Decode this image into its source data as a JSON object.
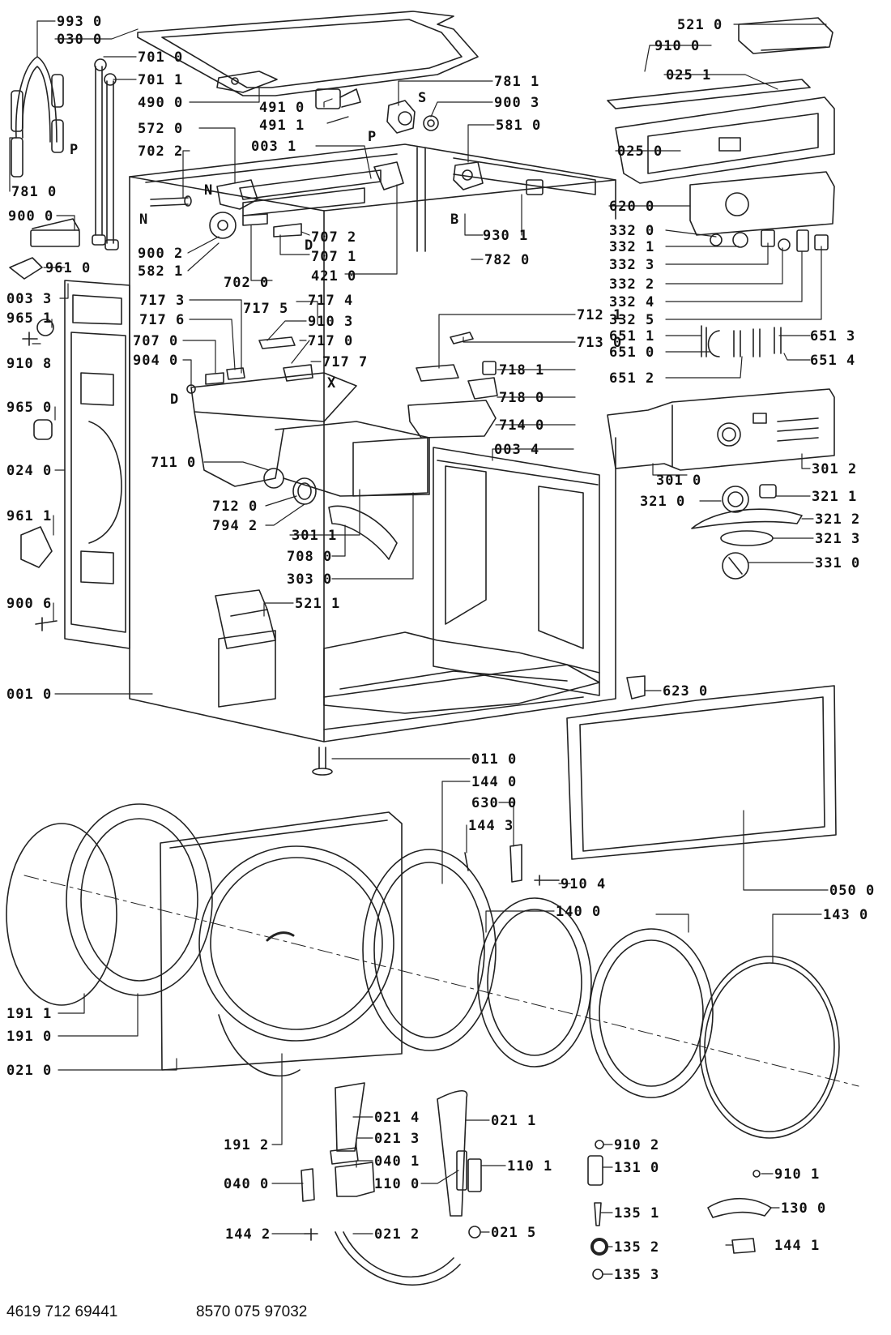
{
  "labels": {
    "l9930": "993 0",
    "l0300": "030 0",
    "l7010": "701 0",
    "l7011": "701 1",
    "l4900": "490 0",
    "l4910": "491 0",
    "l4911": "491 1",
    "l7811": "781 1",
    "l9003": "900 3",
    "l5720": "572 0",
    "l0031": "003 1",
    "l5810": "581 0",
    "l7022": "702 2",
    "l5210": "521 0",
    "l9100": "910 0",
    "l0251": "025 1",
    "l0250": "025 0",
    "l6200": "620 0",
    "l3320": "332 0",
    "l3321": "332 1",
    "l3323": "332 3",
    "l3322": "332 2",
    "l3324": "332 4",
    "l3325": "332 5",
    "l6511": "651 1",
    "l6513": "651 3",
    "l6510": "651 0",
    "l6514": "651 4",
    "l6512": "651 2",
    "l7810": "781 0",
    "l9000": "900 0",
    "l9610": "961 0",
    "l0033": "003 3",
    "l9651": "965 1",
    "l9108": "910 8",
    "l9650": "965 0",
    "l0240": "024 0",
    "l9611": "961 1",
    "l9006": "900 6",
    "l0010": "001 0",
    "l9002": "900 2",
    "l5821": "582 1",
    "l7020": "702 0",
    "l7072": "707 2",
    "l7071": "707 1",
    "l4210": "421 0",
    "l9301": "930 1",
    "l7820": "782 0",
    "l7173": "717 3",
    "l7174": "717 4",
    "l7175": "717 5",
    "l9103": "910 3",
    "l7176": "717 6",
    "l7170": "717 0",
    "l7070": "707 0",
    "l7177": "717 7",
    "l9040": "904 0",
    "l7121": "712 1",
    "l7130": "713 0",
    "l7181": "718 1",
    "l7180": "718 0",
    "l7140": "714 0",
    "l7110": "711 0",
    "l0034": "003 4",
    "l7120": "712 0",
    "l7942": "794 2",
    "l3011": "301 1",
    "l7080": "708 0",
    "l3030": "303 0",
    "l5211": "521 1",
    "l3010": "301 0",
    "l3012": "301 2",
    "l3210": "321 0",
    "l3211": "321 1",
    "l3212": "321 2",
    "l3213": "321 3",
    "l3310": "331 0",
    "l6230": "623 0",
    "l0110": "011 0",
    "l1440": "144 0",
    "l6300": "630 0",
    "l1443": "144 3",
    "l9104": "910 4",
    "l0500": "050 0",
    "l1400": "140 0",
    "l1430": "143 0",
    "l1911": "191 1",
    "l1910": "191 0",
    "l0210": "021 0",
    "l0214": "021 4",
    "l0211": "021 1",
    "l0213": "021 3",
    "l0401": "040 1",
    "l1912": "191 2",
    "l0400": "040 0",
    "l1100": "110 0",
    "l1101": "110 1",
    "l9102": "910 2",
    "l1310": "131 0",
    "l1351": "135 1",
    "l9101": "910 1",
    "l1300": "130 0",
    "l1442": "144 2",
    "l0212": "021 2",
    "l0215": "021 5",
    "l1352": "135 2",
    "l1441": "144 1",
    "l1353": "135 3"
  },
  "markers": {
    "p1": "P",
    "p2": "P",
    "n1": "N",
    "n2": "N",
    "s": "S",
    "b": "B",
    "d1": "D",
    "d2": "D",
    "x": "X"
  },
  "footer": {
    "left": "4619 712 69441",
    "right": "8570 075 97032"
  }
}
